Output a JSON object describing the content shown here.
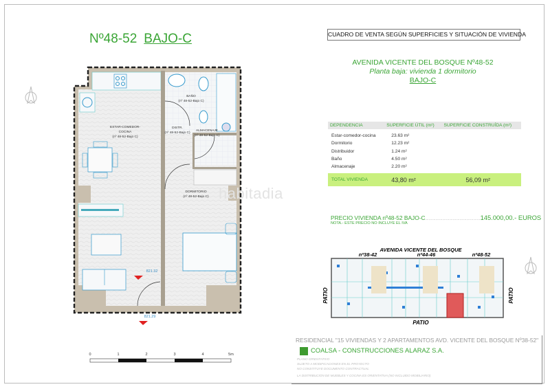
{
  "header": {
    "unit_title_number": "Nº48-52",
    "unit_title_code": "BAJO-C",
    "box_title": "CUADRO DE VENTA SEGÚN SUPERFICIES Y SITUACIÓN DE VIVIENDA",
    "address": "AVENIDA VICENTE DEL BOSQUE Nº48-52",
    "subtitle": "Planta baja: vivienda 1 dormitorio",
    "unit_code": "BAJO-C"
  },
  "table": {
    "columns": [
      "DEPENDENCIA",
      "SUPERFICIE ÚTIL (m²)",
      "SUPERFICIE CONSTRUÍDA (m²)"
    ],
    "rows": [
      {
        "name": "Estar-comedor-cocina",
        "util": "23.63 m²"
      },
      {
        "name": "Dormitorio",
        "util": "12.23 m²"
      },
      {
        "name": "Distribuidor",
        "util": "1.24 m²"
      },
      {
        "name": "Baño",
        "util": "4.50 m²"
      },
      {
        "name": "Almacenaje",
        "util": "2.20 m²"
      }
    ],
    "total": {
      "label": "TOTAL VIVIENDA",
      "util": "43,80 m²",
      "construida": "56,09 m²"
    }
  },
  "price": {
    "label": "PRECIO VIVIENDA nº48-52  BAJO-C",
    "dots": "................................................",
    "amount": "145.000,00.- EUROS",
    "note": "NOTA.- ESTE PRECIO NO INCLUYE EL IVA"
  },
  "watermark": "habitadia",
  "floorplan": {
    "rooms": [
      {
        "name": "ESTAR-COMEDOR-",
        "name2": "COCINA",
        "ref": "(nº 48-52-Bajo C)"
      },
      {
        "name": "BAÑO",
        "ref": "(nº 48-52-Bajo C)"
      },
      {
        "name": "DISTR.",
        "ref": "(nº 48-52-Bajo C)"
      },
      {
        "name": "ALMACENAJE",
        "ref": "(nº 48-52-Bajo C)"
      },
      {
        "name": "DORMITORIO",
        "ref": "(nº 48-52-Bajo C)"
      }
    ],
    "levels": [
      "821.32",
      "821.29"
    ],
    "scale": [
      "0",
      "1",
      "2",
      "3",
      "4",
      "5m"
    ]
  },
  "site_plan": {
    "street": "AVENIDA VICENTE DEL BOSQUE",
    "blocks": [
      "nº38-42",
      "nº44-46",
      "nº48-52"
    ],
    "patio": "PATIO",
    "highlight_color": "#e05a5a"
  },
  "footer": {
    "project": "RESIDENCIAL \"15 VIVIENDAS Y 2 APARTAMENTOS AVD. VICENTE DEL BOSQUE Nº38-52\"",
    "company": "COALSA - CONSTRUCCIONES ALARAZ S.A.",
    "notes": [
      "PLANO ORIENTATIVO",
      "SUJETO A MODIFICACIONES EN EL PROYECTO",
      "NO CONSTITUYE DOCUMENTO CONTRACTUAL",
      "LA DISTRIBUCIÓN DE MUEBLES Y COCINA ES ORIENTATIVA (NO INCLUIDO MOBILIARIO)"
    ]
  },
  "colors": {
    "brand_green": "#3aa535",
    "total_row": "#c9f07e",
    "accent_red": "#d6313b"
  }
}
